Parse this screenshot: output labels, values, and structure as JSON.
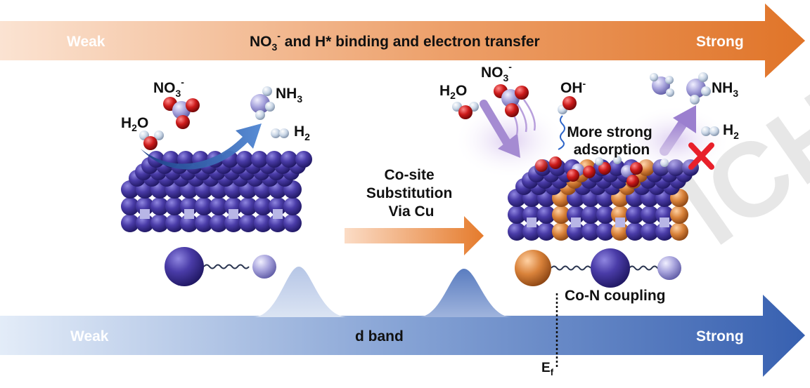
{
  "top_arrow": {
    "left": "Weak",
    "center_main": "NO",
    "center_sub": "3",
    "center_sup": "-",
    "center_rest": " and H* binding and electron transfer",
    "right": "Strong",
    "color": "#e07a2e"
  },
  "bottom_arrow": {
    "left": "Weak",
    "center": "d band",
    "right": "Strong",
    "color": "#3a62b0"
  },
  "left_panel": {
    "no3_main": "NO",
    "no3_sub": "3",
    "no3_sup": "-",
    "h2o_main": "H",
    "h2o_sub": "2",
    "h2o_rest": "O",
    "nh3_main": "NH",
    "nh3_sub": "3",
    "h2_main": "H",
    "h2_sub": "2"
  },
  "middle": {
    "line1": "Co-site",
    "line2": "Substitution",
    "line3": "Via Cu"
  },
  "right_panel": {
    "h2o_main": "H",
    "h2o_sub": "2",
    "h2o_rest": "O",
    "no3_main": "NO",
    "no3_sub": "3",
    "no3_sup": "-",
    "oh_main": "OH",
    "oh_sup": "-",
    "nh3_main": "NH",
    "nh3_sub": "3",
    "h2_main": "H",
    "h2_sub": "2",
    "adsorption_line1": "More strong",
    "adsorption_line2": "adsorption",
    "coupling": "Co-N coupling"
  },
  "fermi": {
    "main": "E",
    "sub": "f"
  },
  "colors": {
    "co_atom": "#3b2f8f",
    "n_atom": "#9a97d6",
    "cu_atom": "#d9823a",
    "o_atom": "#c81818",
    "h_atom": "#c8d4e4",
    "blocked_cross": "#e8202a",
    "watermark": "#d0d0d0"
  },
  "watermark_text": "ICH"
}
